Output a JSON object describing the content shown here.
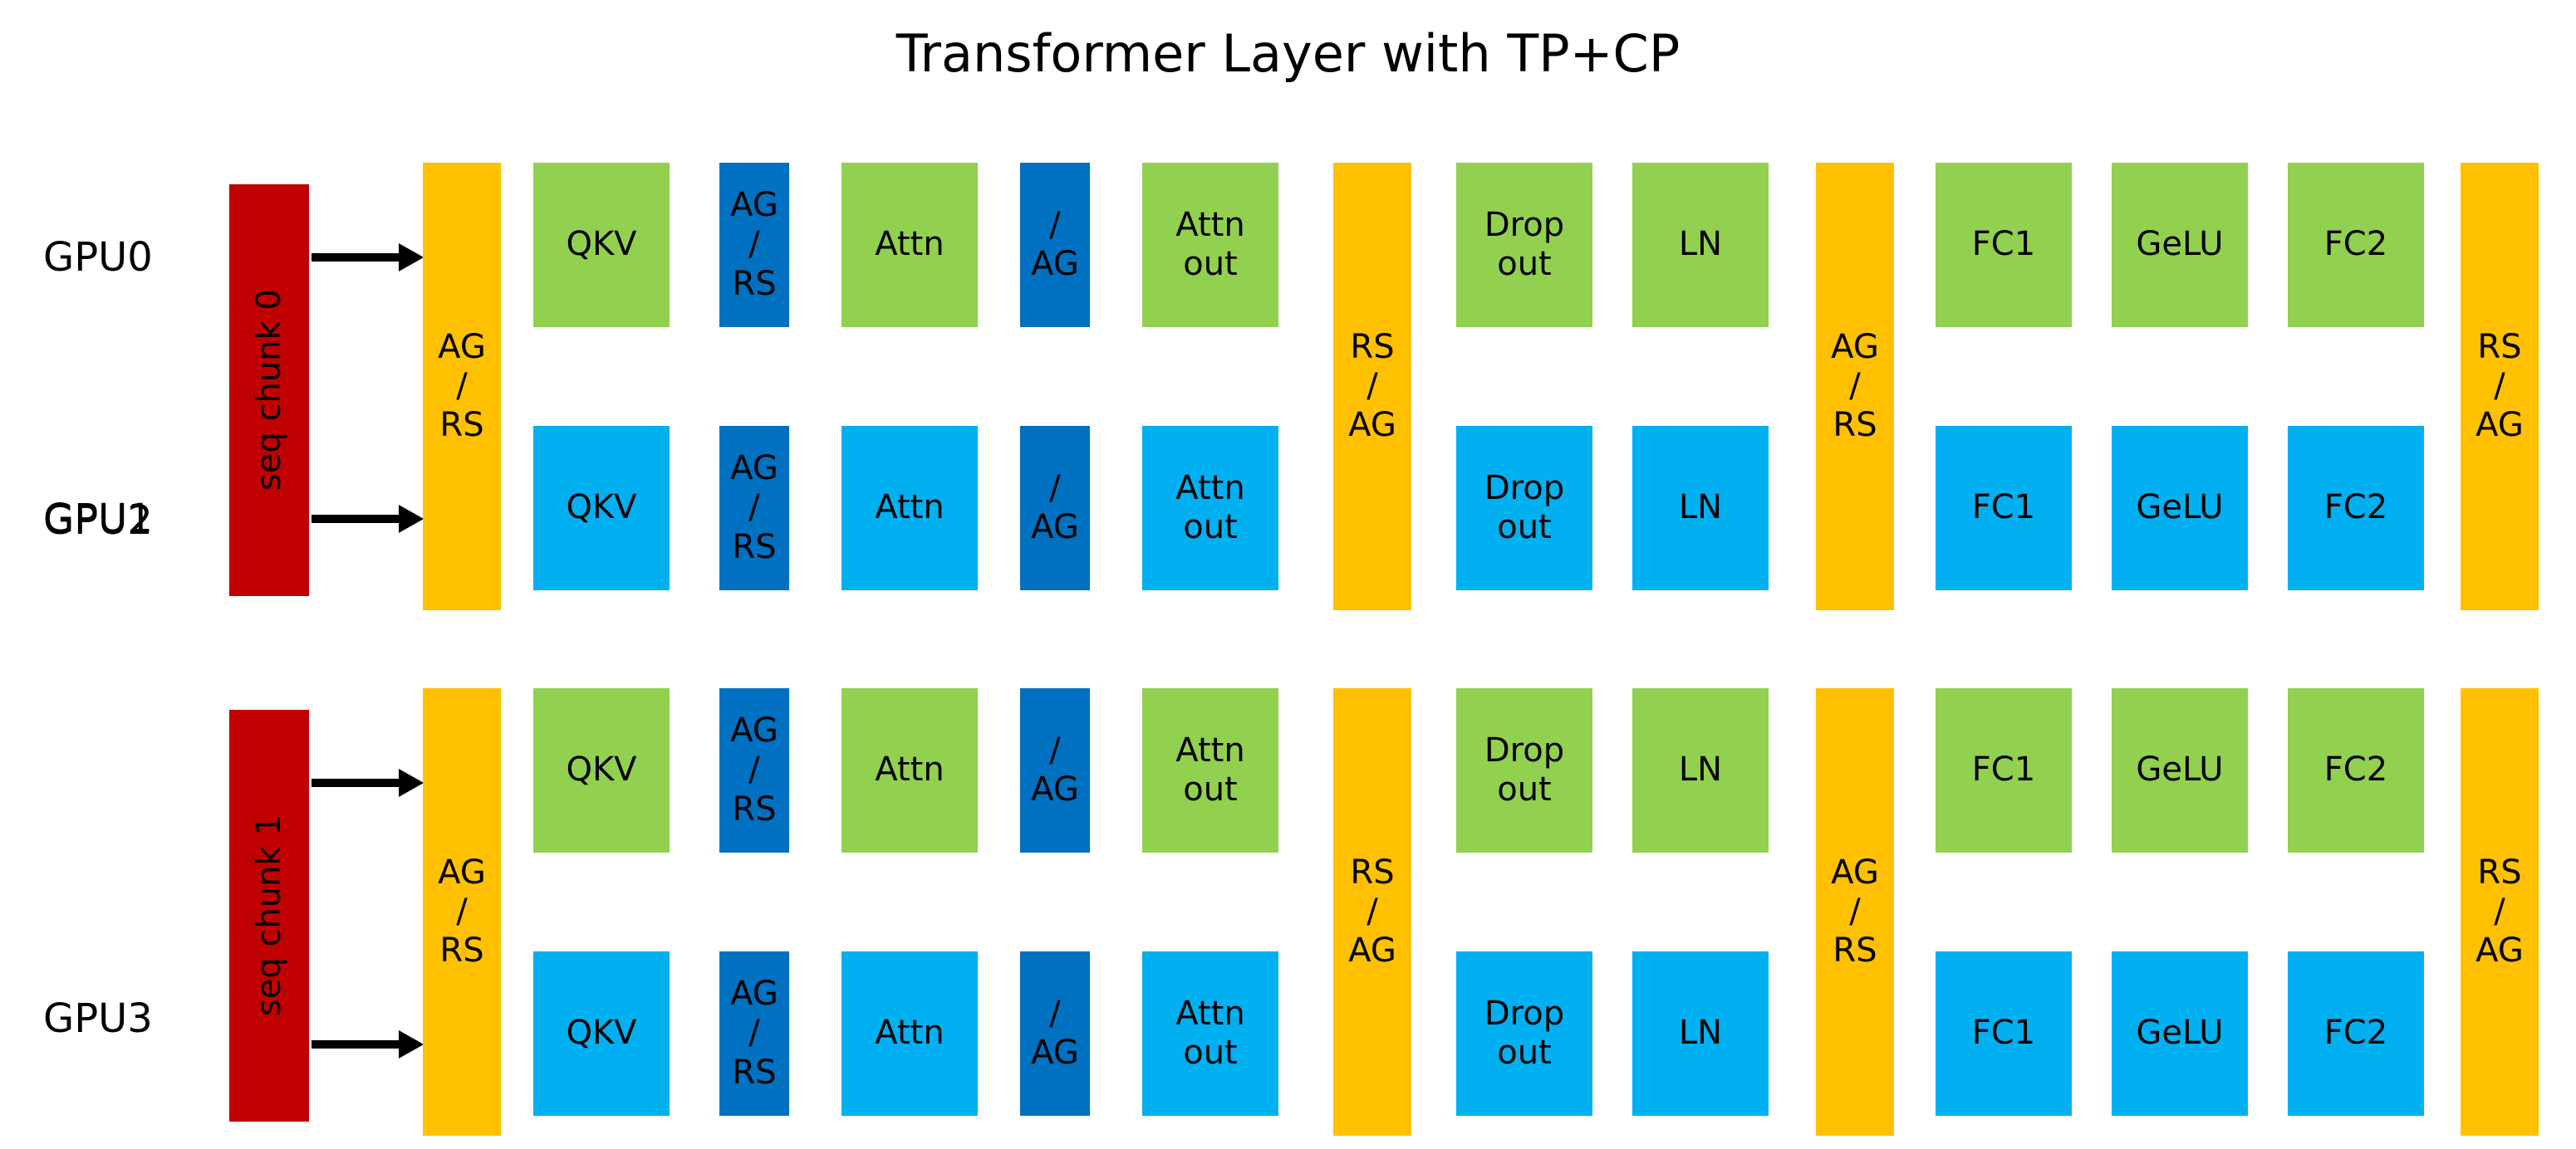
{
  "title": "Transformer Layer with TP+CP",
  "colors": {
    "green": "#92D050",
    "light_blue": "#00B0F0",
    "dark_blue": "#0070C0",
    "yellow": "#FFC000",
    "red": "#C00000",
    "background": "#FFFFFF",
    "text": "#000000"
  },
  "gpu_labels": {
    "gpu0": "GPU0",
    "gpu1": "GPU1",
    "gpu2": "GPU2",
    "gpu3": "GPU3"
  },
  "seq_chunks": {
    "chunk0": "seq chunk 0",
    "chunk1": "seq chunk 1"
  },
  "comm_columns": {
    "input_agrs": "AG\n/\nRS",
    "attn_rsag": "RS\n/\nAG",
    "mlp_agrs": "AG\n/\nRS",
    "output_rsag": "RS\n/\nAG"
  },
  "stage_blocks": {
    "qkv": "QKV",
    "cp_agrs": "AG\n/\nRS",
    "attn": "Attn",
    "cp_ag": "/\nAG",
    "attn_out": "Attn\nout",
    "dropout": "Drop\nout",
    "ln": "LN",
    "fc1": "FC1",
    "gelu": "GeLU",
    "fc2": "FC2"
  },
  "group0": {
    "chunk_label": "seq chunk 0",
    "rows": [
      {
        "gpu": "GPU0",
        "color": "green",
        "blocks": [
          {
            "name": "qkv",
            "label": "QKV",
            "color": "green"
          },
          {
            "name": "cp-agrs",
            "label": "AG\n/\nRS",
            "color": "darkblue"
          },
          {
            "name": "attn",
            "label": "Attn",
            "color": "green"
          },
          {
            "name": "cp-ag",
            "label": "/\nAG",
            "color": "darkblue"
          },
          {
            "name": "attn-out",
            "label": "Attn\nout",
            "color": "green"
          },
          {
            "name": "dropout",
            "label": "Drop\nout",
            "color": "green"
          },
          {
            "name": "ln",
            "label": "LN",
            "color": "green"
          },
          {
            "name": "fc1",
            "label": "FC1",
            "color": "green"
          },
          {
            "name": "gelu",
            "label": "GeLU",
            "color": "green"
          },
          {
            "name": "fc2",
            "label": "FC2",
            "color": "green"
          }
        ]
      },
      {
        "gpu": "GPU1",
        "color": "light_blue",
        "blocks": [
          {
            "name": "qkv",
            "label": "QKV",
            "color": "blue"
          },
          {
            "name": "cp-agrs",
            "label": "AG\n/\nRS",
            "color": "darkblue"
          },
          {
            "name": "attn",
            "label": "Attn",
            "color": "blue"
          },
          {
            "name": "cp-ag",
            "label": "/\nAG",
            "color": "darkblue"
          },
          {
            "name": "attn-out",
            "label": "Attn\nout",
            "color": "blue"
          },
          {
            "name": "dropout",
            "label": "Drop\nout",
            "color": "blue"
          },
          {
            "name": "ln",
            "label": "LN",
            "color": "blue"
          },
          {
            "name": "fc1",
            "label": "FC1",
            "color": "blue"
          },
          {
            "name": "gelu",
            "label": "GeLU",
            "color": "blue"
          },
          {
            "name": "fc2",
            "label": "FC2",
            "color": "blue"
          }
        ]
      }
    ]
  },
  "group1": {
    "chunk_label": "seq chunk 1",
    "rows": [
      {
        "gpu": "GPU2",
        "color": "green",
        "blocks": [
          {
            "name": "qkv",
            "label": "QKV",
            "color": "green"
          },
          {
            "name": "cp-agrs",
            "label": "AG\n/\nRS",
            "color": "darkblue"
          },
          {
            "name": "attn",
            "label": "Attn",
            "color": "green"
          },
          {
            "name": "cp-ag",
            "label": "/\nAG",
            "color": "darkblue"
          },
          {
            "name": "attn-out",
            "label": "Attn\nout",
            "color": "green"
          },
          {
            "name": "dropout",
            "label": "Drop\nout",
            "color": "green"
          },
          {
            "name": "ln",
            "label": "LN",
            "color": "green"
          },
          {
            "name": "fc1",
            "label": "FC1",
            "color": "green"
          },
          {
            "name": "gelu",
            "label": "GeLU",
            "color": "green"
          },
          {
            "name": "fc2",
            "label": "FC2",
            "color": "green"
          }
        ]
      },
      {
        "gpu": "GPU3",
        "color": "light_blue",
        "blocks": [
          {
            "name": "qkv",
            "label": "QKV",
            "color": "blue"
          },
          {
            "name": "cp-agrs",
            "label": "AG\n/\nRS",
            "color": "darkblue"
          },
          {
            "name": "attn",
            "label": "Attn",
            "color": "blue"
          },
          {
            "name": "cp-ag",
            "label": "/\nAG",
            "color": "darkblue"
          },
          {
            "name": "attn-out",
            "label": "Attn\nout",
            "color": "blue"
          },
          {
            "name": "dropout",
            "label": "Drop\nout",
            "color": "blue"
          },
          {
            "name": "ln",
            "label": "LN",
            "color": "blue"
          },
          {
            "name": "fc1",
            "label": "FC1",
            "color": "blue"
          },
          {
            "name": "gelu",
            "label": "GeLU",
            "color": "blue"
          },
          {
            "name": "fc2",
            "label": "FC2",
            "color": "blue"
          }
        ]
      }
    ]
  }
}
